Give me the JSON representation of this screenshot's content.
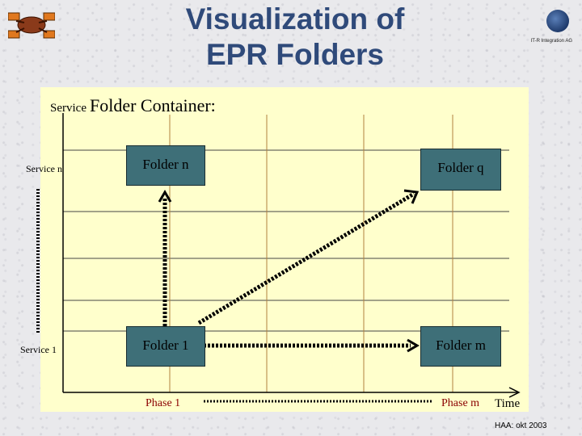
{
  "slide": {
    "title_line1": "Visualization of",
    "title_line2": "EPR Folders",
    "logo_caption": "IT-R Integration AG",
    "footer": "HAA: okt 2003"
  },
  "diagram": {
    "container_label_small": "Service",
    "container_label_large": "Folder Container:",
    "service_top": "Service n",
    "service_bottom": "Service 1",
    "folders": {
      "folder_n": "Folder n",
      "folder_q": "Folder q",
      "folder_1": "Folder 1",
      "folder_m": "Folder m"
    },
    "phase_start": "Phase 1",
    "phase_end": "Phase m",
    "axis_time": "Time"
  },
  "colors": {
    "title": "#2f4a7a",
    "panel": "#ffffcc",
    "folder_fill": "#3e6f78",
    "phase_text": "#8b0000",
    "grid_vertical": "#b08040",
    "logo_orange": "#e0781e"
  }
}
